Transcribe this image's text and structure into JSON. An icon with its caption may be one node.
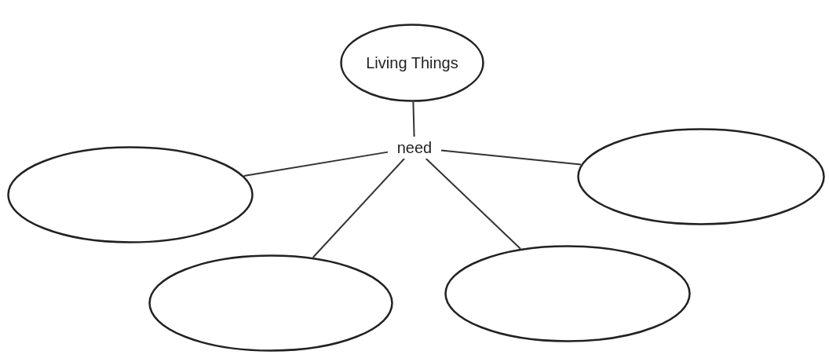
{
  "diagram": {
    "nodes": [
      {
        "text": [
          "Living Things"
        ]
      },
      {
        "text": [
          "need"
        ]
      },
      {
        "text": [],
        "shape": "ellipse"
      },
      {
        "text": [],
        "shape": "ellipse"
      },
      {
        "text": [],
        "shape": "ellipse"
      },
      {
        "text": [],
        "shape": "ellipse"
      }
    ],
    "edges": [
      {
        "from": 0,
        "to": 1,
        "arrow": "none"
      },
      {
        "from": 1,
        "to": 2,
        "arrow": "none"
      },
      {
        "from": 1,
        "to": 3,
        "arrow": "none"
      },
      {
        "from": 1,
        "to": 4,
        "arrow": "none"
      },
      {
        "from": 1,
        "to": 5,
        "arrow": "none"
      }
    ]
  }
}
